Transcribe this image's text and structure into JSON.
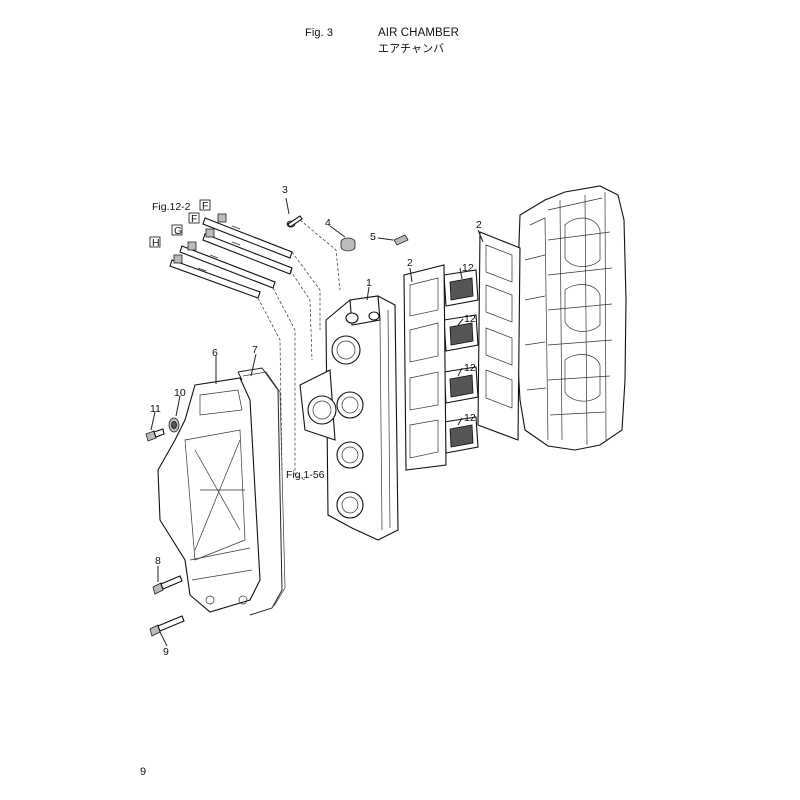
{
  "header": {
    "fig_no": "Fig. 3",
    "title_en": "AIR CHAMBER",
    "title_ja": "エアチャンバ"
  },
  "page_number": "9",
  "refs": {
    "fig_12_2": "Fig.12-2",
    "fig_1_56": "Fig.1-56",
    "letter_f1": "F",
    "letter_f2": "F",
    "letter_g": "G",
    "letter_h": "H"
  },
  "callouts": {
    "n1": "1",
    "n2a": "2",
    "n2b": "2",
    "n3": "3",
    "n4": "4",
    "n5": "5",
    "n6": "6",
    "n7": "7",
    "n8": "8",
    "n9": "9",
    "n10": "10",
    "n11": "11",
    "n12a": "12",
    "n12b": "12",
    "n12c": "12",
    "n12d": "12"
  }
}
